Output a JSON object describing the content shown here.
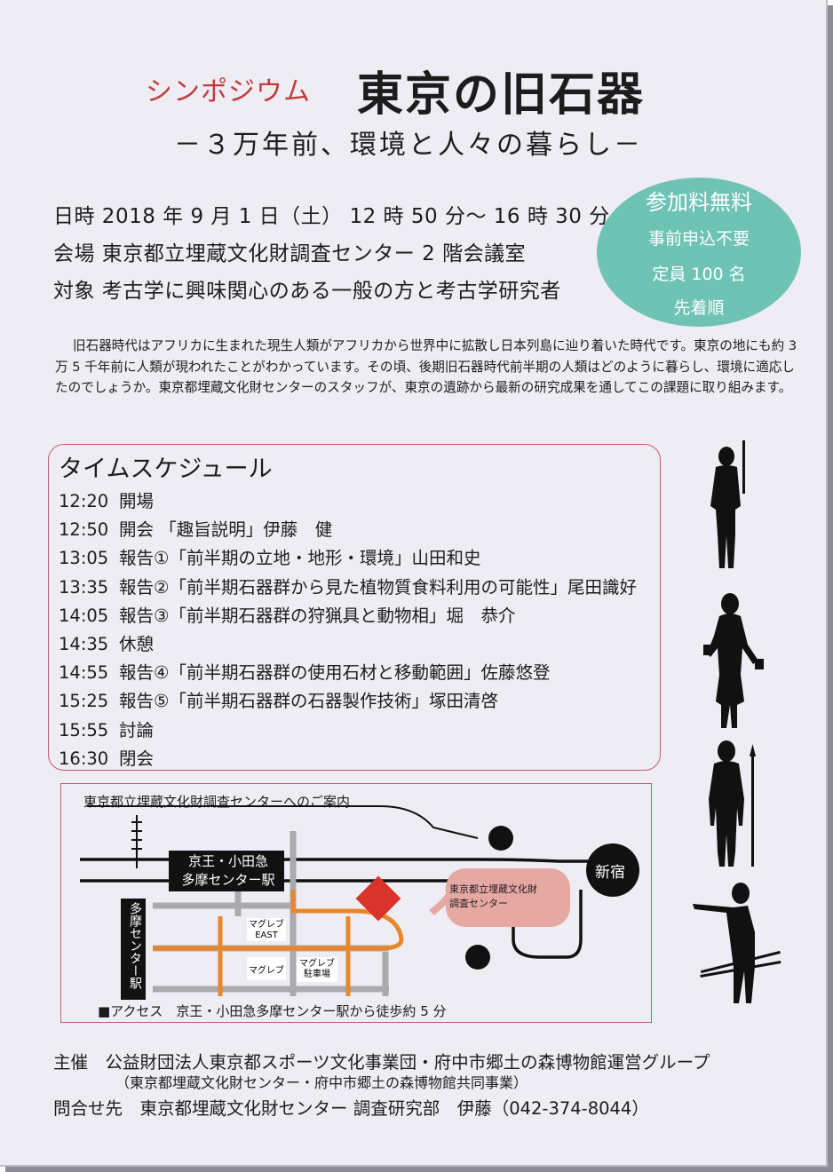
{
  "header": {
    "subtitle_tag": "シンポジウム",
    "title": "東京の旧石器",
    "tagline": "－３万年前、環境と人々の暮らし－"
  },
  "info": {
    "datetime": "日時  2018 年 9 月 1 日（土） 12 時 50 分～ 16 時 30 分",
    "venue": "会場  東京都立埋蔵文化財調査センター 2 階会議室",
    "audience": "対象  考古学に興味関心のある一般の方と考古学研究者"
  },
  "badge": {
    "line1": "参加料無料",
    "line2": "事前申込不要",
    "line3": "定員 100 名",
    "line4": "先着順"
  },
  "intro": {
    "text": "旧石器時代はアフリカに生まれた現生人類がアフリカから世界中に拡散し日本列島に辿り着いた時代です。東京の地にも約 3 万 5 千年前に人類が現われたことがわかっています。その頃、後期旧石器時代前半期の人類はどのように暮らし、環境に適応したのでしょうか。東京都埋蔵文化財センターのスタッフが、東京の遺跡から最新の研究成果を通してこの課題に取り組みます。"
  },
  "schedule": {
    "title": "タイムスケジュール",
    "rows": [
      {
        "time": "12:20",
        "text": "開場"
      },
      {
        "time": "12:50",
        "text": "開会 「趣旨説明」伊藤　健"
      },
      {
        "time": "13:05",
        "text": "報告①「前半期の立地・地形・環境」山田和史"
      },
      {
        "time": "13:35",
        "text": "報告②「前半期石器群から見た植物質食料利用の可能性」尾田識好"
      },
      {
        "time": "14:05",
        "text": "報告③「前半期石器群の狩猟具と動物相」堀　恭介"
      },
      {
        "time": "14:35",
        "text": "休憩"
      },
      {
        "time": "14:55",
        "text": "報告④「前半期石器群の使用石材と移動範囲」佐藤悠登"
      },
      {
        "time": "15:25",
        "text": "報告⑤「前半期石器群の石器製作技術」塚田清啓"
      },
      {
        "time": "15:55",
        "text": "討論"
      },
      {
        "time": "16:30",
        "text": "閉会"
      }
    ]
  },
  "map": {
    "title": "東京都立埋蔵文化財調査センターへのご案内",
    "station_line1": "京王・小田急",
    "station_line2": "多摩センター駅",
    "vertical_station": "多摩センター駅",
    "shinjuku": "新宿",
    "callout_line1": "東京都立埋蔵文化財",
    "callout_line2": "調査センター",
    "bldg_east_1": "マグレブ",
    "bldg_east_2": "EAST",
    "bldg_mid": "マグレブ",
    "bldg_park_1": "マグレブ",
    "bldg_park_2": "駐車場",
    "access": "■アクセス　京王・小田急多摩センター駅から徒歩約 5 分"
  },
  "footer": {
    "organizer": "主催　公益財団法人東京都スポーツ文化事業団・府中市郷土の森博物館運営グループ",
    "joint": "（東京都埋蔵文化財センター・府中市郷土の森博物館共同事業）",
    "contact": "問合せ先　東京都埋蔵文化財センター 調査研究部　伊藤（042-374-8044）"
  },
  "colors": {
    "accent_red": "#c23a3a",
    "badge_teal": "#6ec3b4",
    "frame_pink": "#c5587a",
    "route_orange": "#e8862a",
    "marker_red": "#d9342b",
    "callout_pink": "#e6a8a3"
  }
}
